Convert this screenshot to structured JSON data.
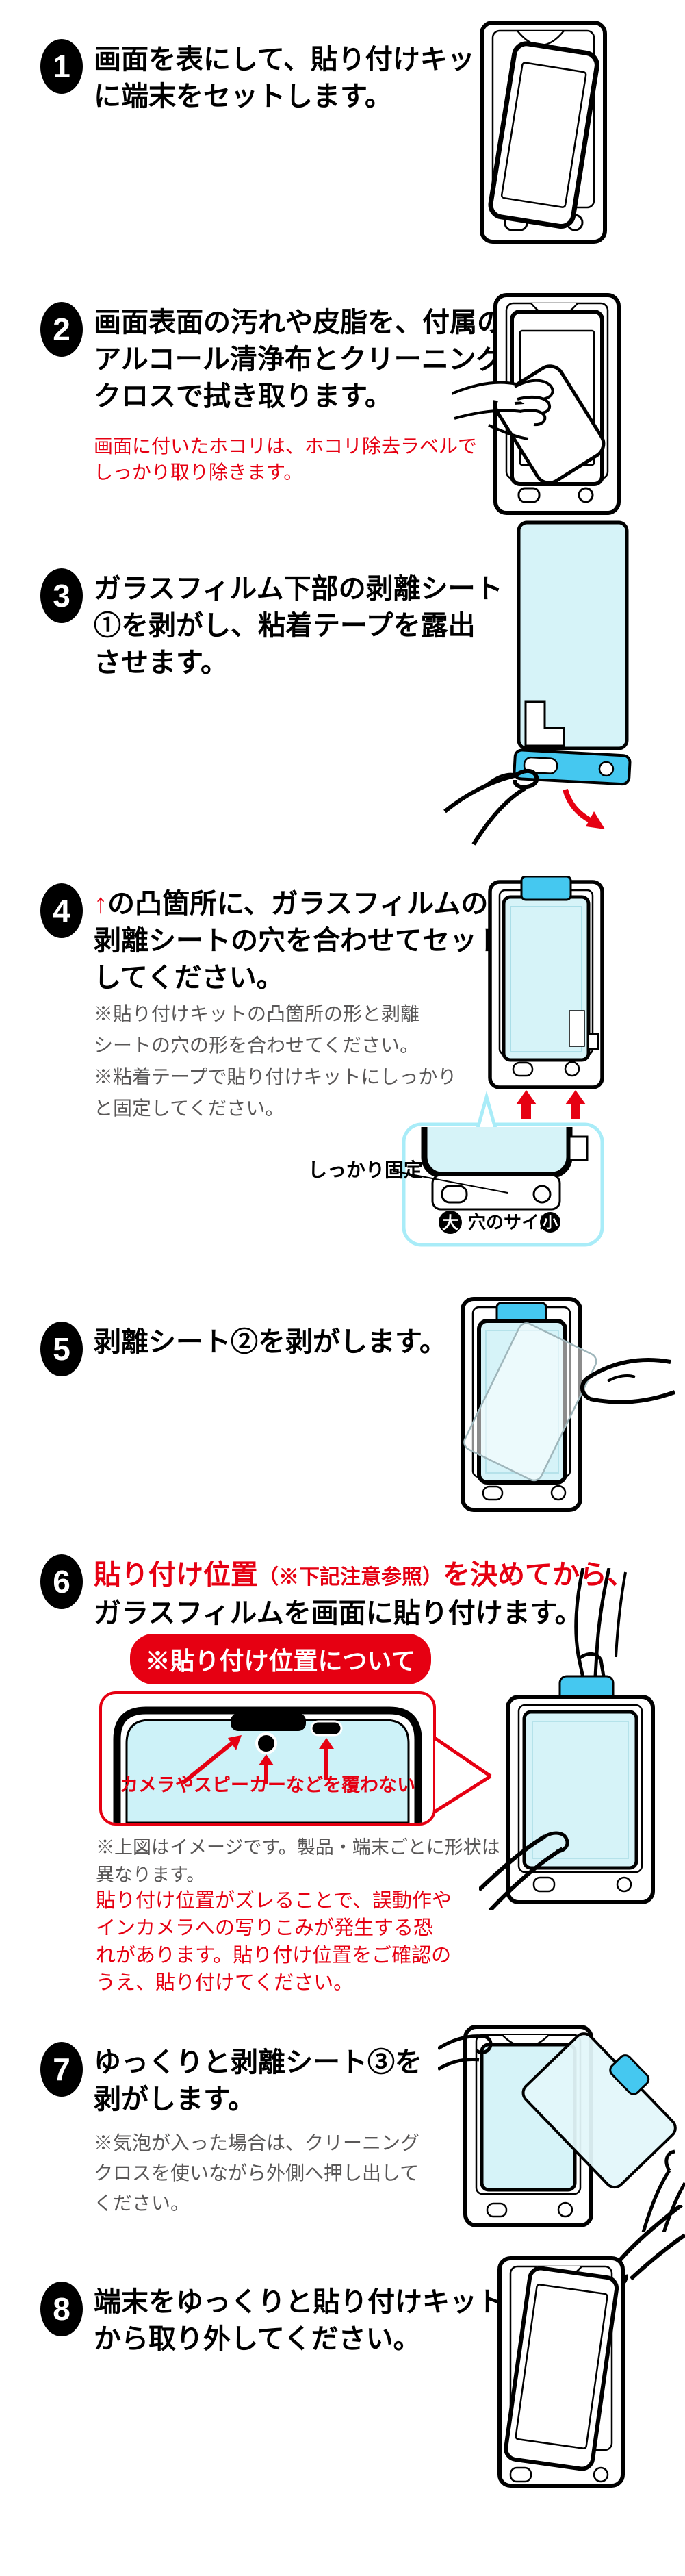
{
  "page": {
    "colors": {
      "red": "#e60012",
      "film": "#d6f3f8",
      "tab": "#45c8f0",
      "bubble_border": "#a9ecf8",
      "gray": "#595757",
      "black": "#000000"
    }
  },
  "steps": [
    {
      "num": "1",
      "lines": [
        "画面を表にして、貼り付けキット",
        "に端末をセットします。"
      ]
    },
    {
      "num": "2",
      "lines": [
        "画面表面の汚れや皮脂を、付属の",
        "アルコール清浄布とクリーニング",
        "クロスで拭き取ります。"
      ],
      "red_note": [
        "画面に付いたホコリは、ホコリ除去ラベルで",
        "しっかり取り除きます。"
      ]
    },
    {
      "num": "3",
      "lines": [
        "ガラスフィルム下部の剥離シート",
        "①を剥がし、粘着テープを露出",
        "させます。"
      ]
    },
    {
      "num": "4",
      "arrow": "↑",
      "lines": [
        "の凸箇所に、ガラスフィルムの",
        "剥離シートの穴を合わせてセット",
        "してください。"
      ],
      "gray_note": [
        "※貼り付けキットの凸箇所の形と剥離",
        "シートの穴の形を合わせてください。",
        "※粘着テープで貼り付けキットにしっかり",
        "と固定してください。"
      ],
      "callout": {
        "fix_label": "しっかり固定",
        "size_large": "大",
        "size_label": "穴のサイズ",
        "size_small": "小"
      }
    },
    {
      "num": "5",
      "lines": [
        "剥離シート②を剥がします。"
      ]
    },
    {
      "num": "6",
      "title_red_main": "貼り付け位置",
      "title_red_paren": "（※下記注意参照）",
      "title_red_tail": "を決めてから、",
      "title_black": "ガラスフィルムを画面に貼り付けます。",
      "position_badge": "※貼り付け位置について",
      "warn_text": "カメラやスピーカーなどを覆わない",
      "gray_note": [
        "※上図はイメージです。製品・端末ごとに形状は",
        "異なります。"
      ],
      "red_note": [
        "貼り付け位置がズレることで、誤動作や",
        "インカメラへの写りこみが発生する恐",
        "れがあります。貼り付け位置をご確認の",
        "うえ、貼り付けてください。"
      ]
    },
    {
      "num": "7",
      "lines": [
        "ゆっくりと剥離シート③を",
        "剥がします。"
      ],
      "gray_note": [
        "※気泡が入った場合は、クリーニング",
        "クロスを使いながら外側へ押し出して",
        "ください。"
      ]
    },
    {
      "num": "8",
      "lines": [
        "端末をゆっくりと貼り付けキット",
        "から取り外してください。"
      ]
    }
  ]
}
